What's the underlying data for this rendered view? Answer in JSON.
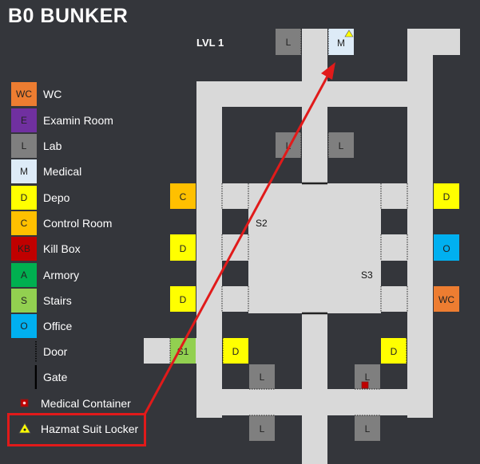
{
  "title": "B0 BUNKER",
  "level_label": "LVL 1",
  "legend": [
    {
      "code": "WC",
      "label": "WC",
      "color": "#ed7d31"
    },
    {
      "code": "E",
      "label": "Examin Room",
      "color": "#7030a0"
    },
    {
      "code": "L",
      "label": "Lab",
      "color": "#7f7f7f"
    },
    {
      "code": "M",
      "label": "Medical",
      "color": "#ddebf7"
    },
    {
      "code": "D",
      "label": "Depo",
      "color": "#ffff00"
    },
    {
      "code": "C",
      "label": "Control Room",
      "color": "#ffc000"
    },
    {
      "code": "KB",
      "label": "Kill Box",
      "color": "#c00000"
    },
    {
      "code": "A",
      "label": "Armory",
      "color": "#00b050"
    },
    {
      "code": "S",
      "label": "Stairs",
      "color": "#92d050"
    },
    {
      "code": "O",
      "label": "Office",
      "color": "#00b0f0"
    },
    {
      "code": "",
      "label": "Door",
      "color": "#000000"
    },
    {
      "code": "",
      "label": "Gate",
      "color": "#000000"
    }
  ],
  "legend_extra": [
    {
      "label": "Medical Container",
      "icon": "medical-container-icon",
      "color": "#c00000"
    },
    {
      "label": "Hazmat Suit Locker",
      "icon": "hazmat-icon",
      "color": "#ffff00"
    }
  ],
  "map": {
    "corridor_color": "#d9d9d9",
    "rooms": {
      "top_lab": "L",
      "top_medical": "M",
      "inner_lab_left": "L",
      "inner_lab_right": "L",
      "control_room": "C",
      "depo_right_top": "D",
      "depo_left_mid": "D",
      "office_right": "O",
      "depo_left_low": "D",
      "wc_right": "WC",
      "stairs_1": "S1",
      "depo_inner_left": "D",
      "depo_inner_right": "D",
      "lab_low_left": "L",
      "lab_low_right": "L",
      "lab_bottom_left": "L",
      "lab_bottom_right": "L"
    },
    "stairs_labels": {
      "s2": "S2",
      "s3": "S3"
    }
  },
  "annotation": {
    "arrow_color": "#e11a1a"
  }
}
